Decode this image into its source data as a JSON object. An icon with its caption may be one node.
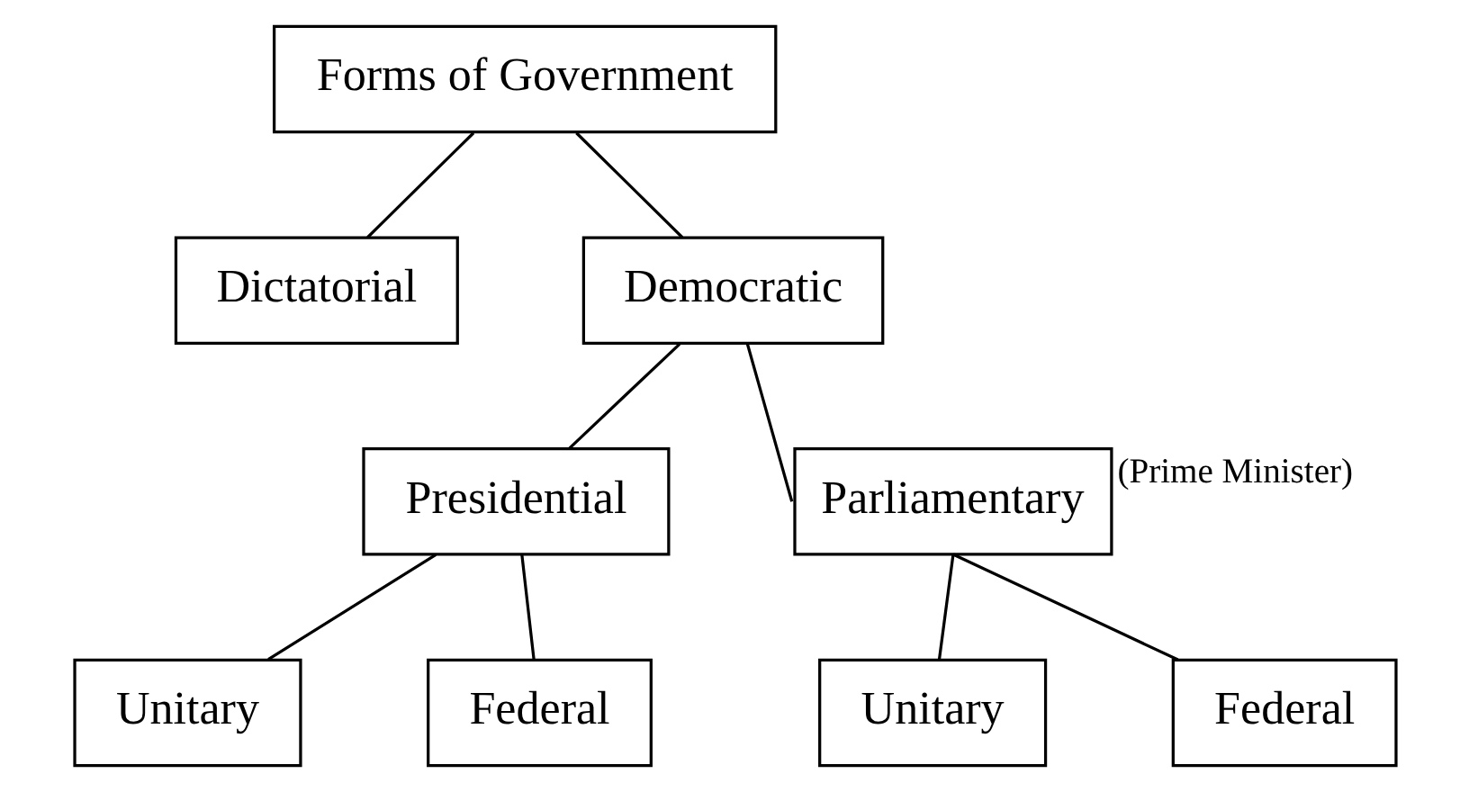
{
  "diagram": {
    "nodes": [
      {
        "text": [
          "Forms of Government"
        ]
      },
      {
        "text": [
          "Dictatorial"
        ]
      },
      {
        "text": [
          "Democratic"
        ]
      },
      {
        "text": [
          "Presidential"
        ]
      },
      {
        "text": [
          "Parliamentary"
        ],
        "beside": [
          "(Prime Minister)"
        ]
      },
      {
        "text": [
          "Unitary"
        ]
      },
      {
        "text": [
          "Federal"
        ]
      },
      {
        "text": [
          "Unitary"
        ]
      },
      {
        "text": [
          "Federal"
        ]
      }
    ],
    "edges": [
      {
        "from": 0,
        "to": 1,
        "arrow": "none"
      },
      {
        "from": 0,
        "to": 2,
        "arrow": "none"
      },
      {
        "from": 2,
        "to": 3,
        "arrow": "none"
      },
      {
        "from": 2,
        "to": 4,
        "arrow": "none"
      },
      {
        "from": 3,
        "to": 5,
        "arrow": "none"
      },
      {
        "from": 3,
        "to": 6,
        "arrow": "none"
      },
      {
        "from": 4,
        "to": 7,
        "arrow": "none"
      },
      {
        "from": 4,
        "to": 8,
        "arrow": "none"
      }
    ]
  }
}
